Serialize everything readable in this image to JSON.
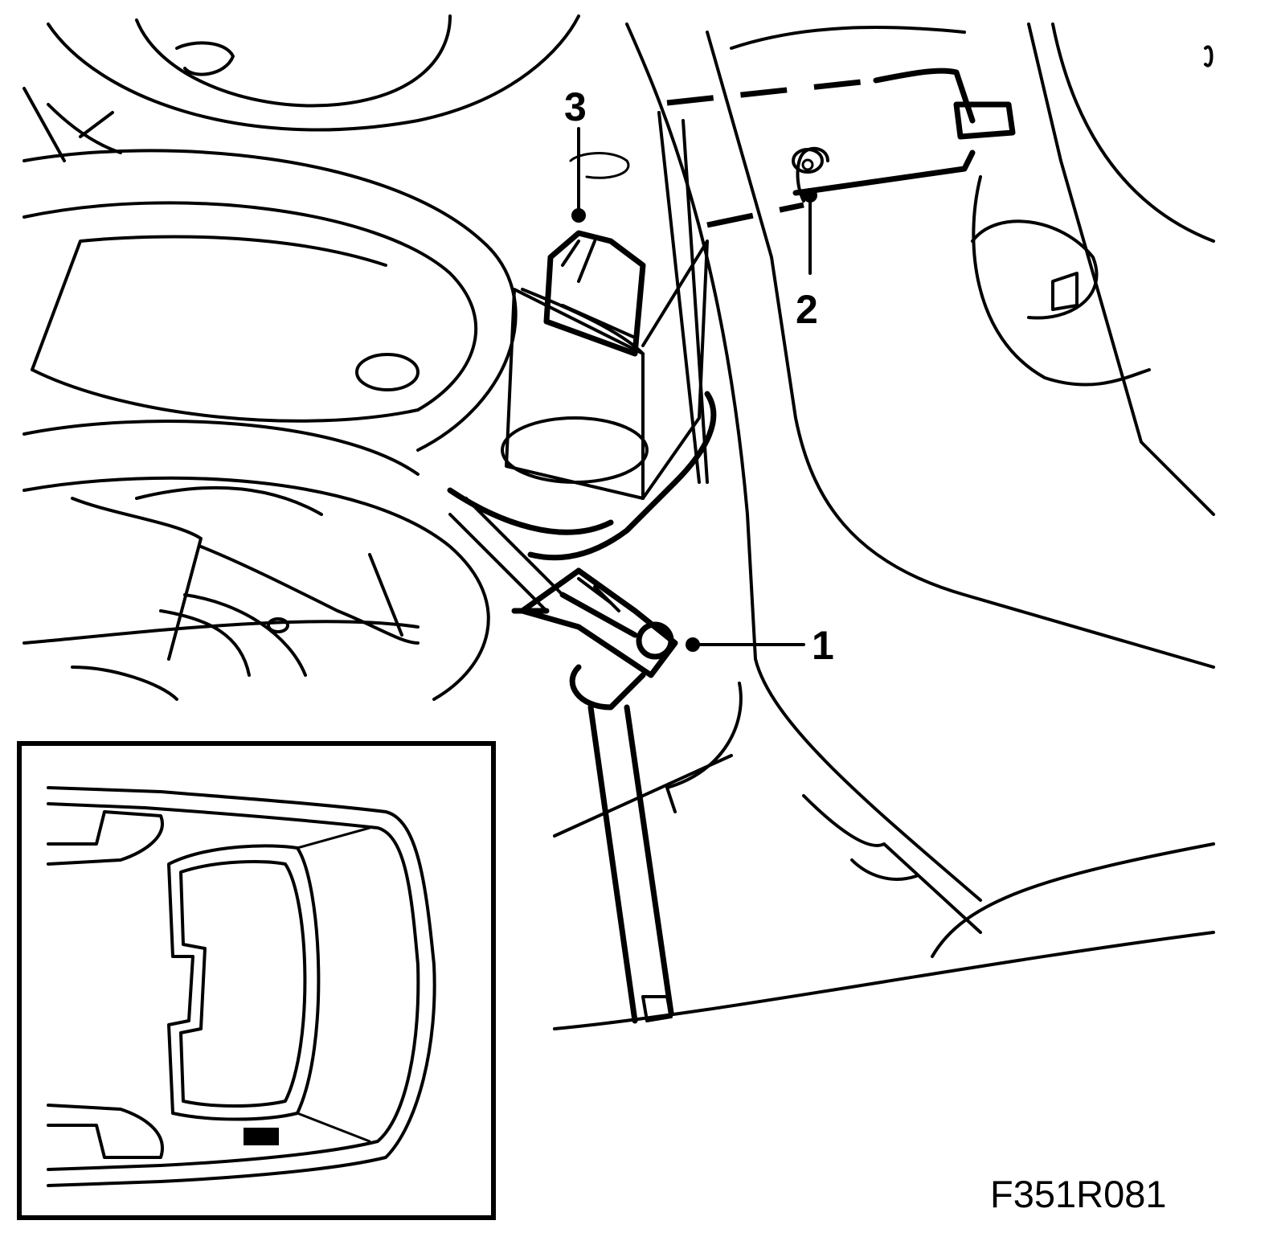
{
  "callouts": [
    {
      "id": "1",
      "label": "1"
    },
    {
      "id": "2",
      "label": "2"
    },
    {
      "id": "3",
      "label": "3"
    }
  ],
  "figure_code": "F351R081",
  "inset": {
    "marker_color": "#000000"
  },
  "colors": {
    "line": "#000000",
    "background": "#ffffff"
  }
}
